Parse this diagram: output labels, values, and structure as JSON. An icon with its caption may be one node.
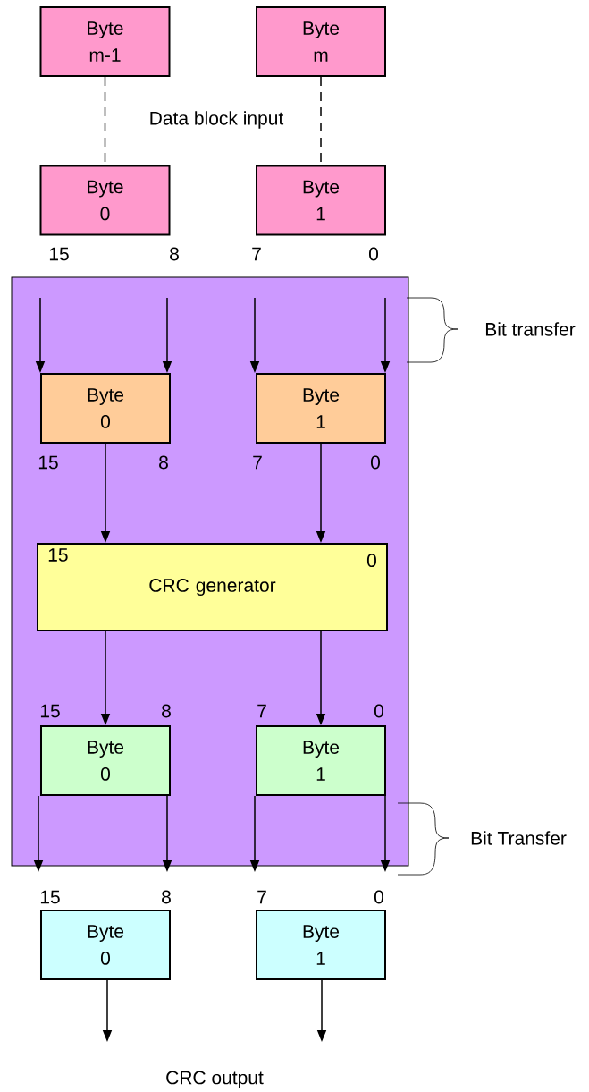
{
  "diagram": {
    "nodes": [
      {
        "text": [
          "Byte m-1"
        ]
      },
      {
        "text": [
          "Byte m"
        ]
      },
      {
        "text": [
          "Byte 0"
        ]
      },
      {
        "text": [
          "Byte 1"
        ]
      },
      {
        "text": [],
        "shape": "box"
      },
      {
        "text": [
          "Byte 0"
        ],
        "in": 4
      },
      {
        "text": [
          "Byte 1"
        ],
        "in": 4
      },
      {
        "text": [
          "15",
          "0",
          "CRC generator"
        ],
        "in": 4
      },
      {
        "text": [
          "Byte 0"
        ],
        "in": 4
      },
      {
        "text": [
          "Byte 1"
        ],
        "in": 4
      },
      {
        "text": [
          "Byte 0"
        ]
      },
      {
        "text": [
          "Byte 1"
        ]
      }
    ],
    "edges": [
      {
        "from": 0,
        "to": 2,
        "arrow": "none",
        "style": "dashed"
      },
      {
        "from": 1,
        "to": 3,
        "arrow": "none",
        "style": "dashed"
      },
      {
        "from": null,
        "to": 5,
        "arrow": "to"
      },
      {
        "from": null,
        "to": 5,
        "arrow": "to"
      },
      {
        "from": null,
        "to": 6,
        "arrow": "to"
      },
      {
        "from": null,
        "to": 6,
        "arrow": "to"
      },
      {
        "from": 5,
        "to": 7,
        "arrow": "to"
      },
      {
        "from": 6,
        "to": 7,
        "arrow": "to"
      },
      {
        "from": 7,
        "to": 8,
        "arrow": "to"
      },
      {
        "from": 7,
        "to": 9,
        "arrow": "to"
      },
      {
        "from": 8,
        "to": null,
        "arrow": "to"
      },
      {
        "from": 8,
        "to": null,
        "arrow": "to"
      },
      {
        "from": 9,
        "to": null,
        "arrow": "to"
      },
      {
        "from": 9,
        "to": null,
        "arrow": "to"
      },
      {
        "from": 10,
        "to": null,
        "arrow": "to"
      },
      {
        "from": 11,
        "to": null,
        "arrow": "to"
      }
    ],
    "labels": [
      "Data block input",
      "15",
      "8",
      "7",
      "0",
      "Bit transfer",
      "15",
      "8",
      "7",
      "0",
      "15",
      "8",
      "7",
      "0",
      "Bit Transfer",
      "15",
      "8",
      "7",
      "0",
      "CRC output"
    ]
  }
}
